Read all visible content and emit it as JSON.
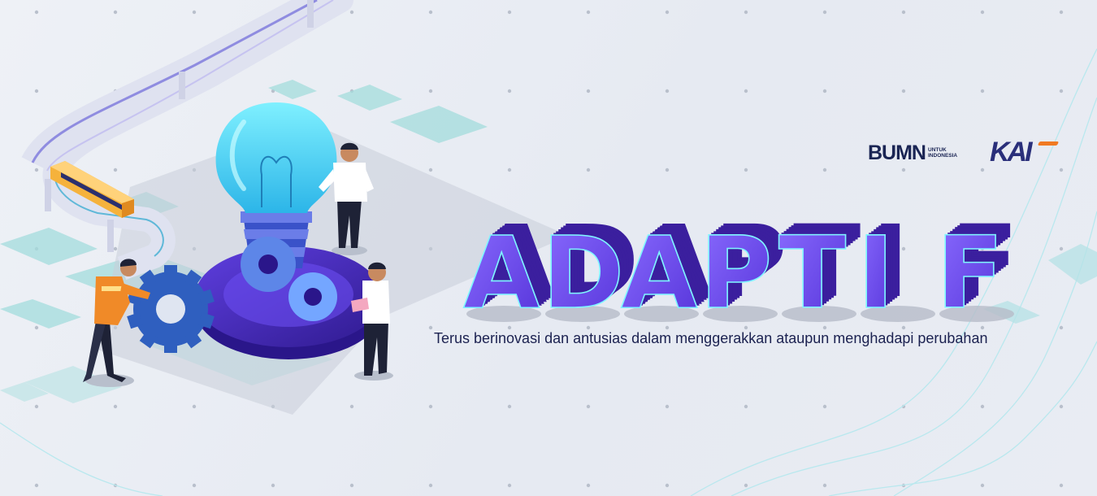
{
  "headline": {
    "letters": [
      "A",
      "D",
      "A",
      "P",
      "T",
      "I",
      "F"
    ]
  },
  "tagline": "Terus berinovasi dan antusias dalam menggerakkan ataupun menghadapi perubahan",
  "logos": {
    "bumn_word": "BUMN",
    "bumn_sub_1": "UNTUK",
    "bumn_sub_2": "INDONESIA",
    "kai_word": "KAI"
  },
  "colors": {
    "background": "#e9edf4",
    "letter_front": "#6a4df0",
    "letter_side": "#3b1f9e",
    "letter_inline": "#7ff5ff",
    "teal_tile": "#9fdcdc",
    "bulb": "#3fd4f0",
    "gear": "#3a6fcf",
    "platform": "#4b2fc0",
    "text": "#1b2150",
    "kai_accent": "#f07a22"
  }
}
